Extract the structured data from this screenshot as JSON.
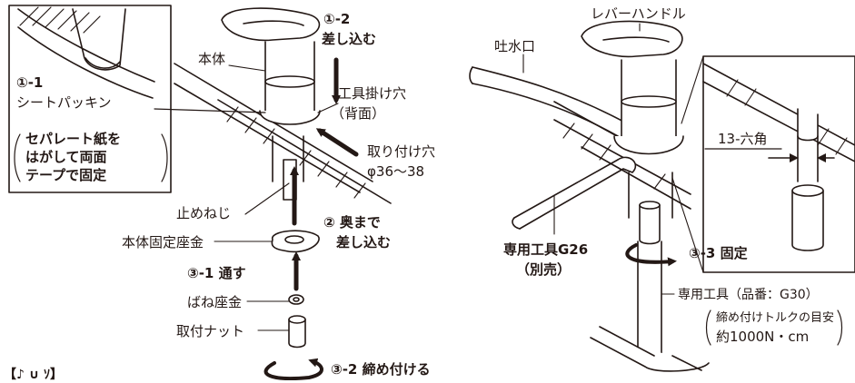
{
  "left": {
    "inset_step": "①-1",
    "inset_label": "シートパッキン",
    "inset_note": [
      "セパレート紙を",
      "はがして両面",
      "テープで固定"
    ],
    "body": "本体",
    "step_1_2": "①-2",
    "insert": "差し込む",
    "tool_hole": "工具掛け穴",
    "tool_hole_note": "（背面）",
    "mount_hole": "取り付け穴",
    "mount_hole_size": "φ36〜38",
    "set_screw": "止めねじ",
    "fixing_washer": "本体固定座金",
    "step_2": "② 奥まで",
    "step_2b": "差し込む",
    "step_3_1": "③-1 通す",
    "spring_washer": "ばね座金",
    "nut": "取付ナット",
    "step_3_2": "③-2 締め付ける",
    "bottom_cut": "【♪ ∪ ｿ】"
  },
  "right": {
    "lever": "レバーハンドル",
    "spout": "吐水口",
    "hex": "13-六角",
    "tool_g26": "専用工具G26",
    "tool_g26_note": "（別売）",
    "step_3_3": "③-3 固定",
    "tool_g30": "専用工具（品番：G30）",
    "torque_note": "締め付けトルクの目安",
    "torque_value": "約1000N・cm"
  }
}
